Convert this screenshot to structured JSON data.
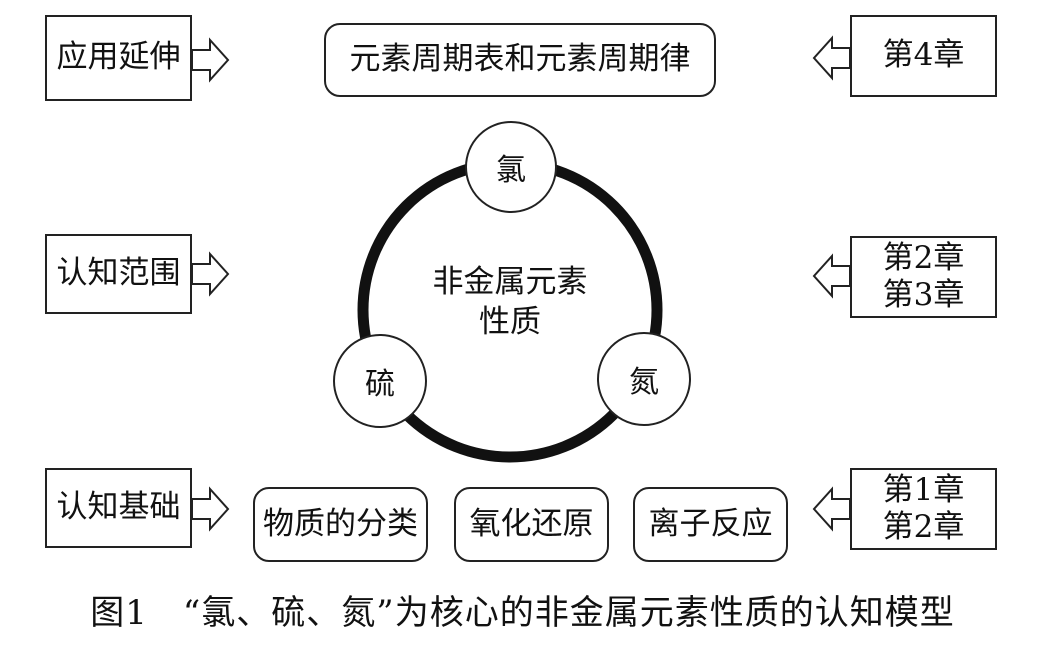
{
  "left_labels": {
    "top": "应用延伸",
    "middle": "认知范围",
    "bottom": "认知基础"
  },
  "top_box": "元素周期表和元素周期律",
  "right_labels": {
    "top": [
      "第4章"
    ],
    "middle": [
      "第2章",
      "第3章"
    ],
    "bottom": [
      "第1章",
      "第2章"
    ]
  },
  "cycle": {
    "center_lines": [
      "非金属元素",
      "性质"
    ],
    "nodes": {
      "top": "氯",
      "left": "硫",
      "right": "氮"
    }
  },
  "bottom_boxes": [
    "物质的分类",
    "氧化还原",
    "离子反应"
  ],
  "caption": "图1　“氯、硫、氮”为核心的非金属元素性质的认知模型"
}
